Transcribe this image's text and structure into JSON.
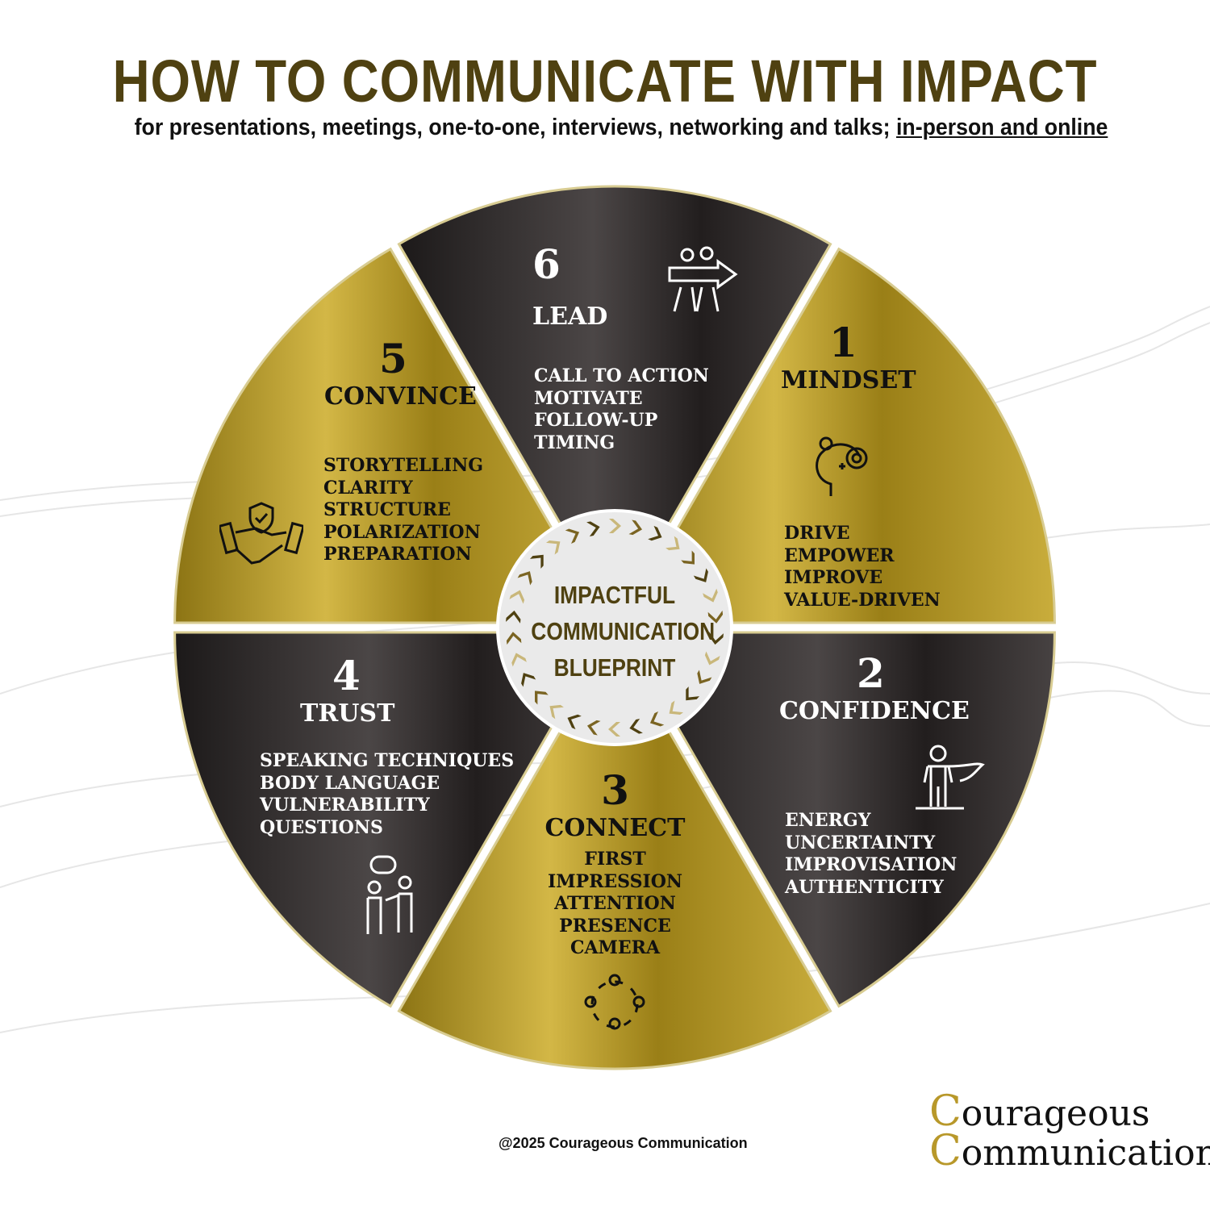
{
  "header": {
    "title": "HOW TO COMMUNICATE WITH IMPACT",
    "subtitle": "for presentations, meetings, one-to-one, interviews, networking and talks; ",
    "subtitle_underlined": "in-person and online"
  },
  "center": {
    "lines": [
      "IMPACTFUL",
      "COMMUNICATION",
      "BLUEPRINT"
    ]
  },
  "segments": [
    {
      "number": "1",
      "title": "MINDSET",
      "items": [
        "DRIVE",
        "EMPOWER",
        "IMPROVE",
        "VALUE-DRIVEN"
      ],
      "icon": "mind-gear-icon"
    },
    {
      "number": "2",
      "title": "CONFIDENCE",
      "items": [
        "ENERGY",
        "UNCERTAINTY",
        "IMPROVISATION",
        "AUTHENTICITY"
      ],
      "icon": "superhero-icon"
    },
    {
      "number": "3",
      "title": "CONNECT",
      "items": [
        "FIRST IMPRESSION",
        "ATTENTION",
        "PRESENCE",
        "CAMERA"
      ],
      "icon": "people-circle-icon"
    },
    {
      "number": "4",
      "title": "TRUST",
      "items": [
        "SPEAKING TECHNIQUES",
        "BODY LANGUAGE",
        "VULNERABILITY",
        "QUESTIONS"
      ],
      "icon": "conversation-icon"
    },
    {
      "number": "5",
      "title": "CONVINCE",
      "items": [
        "STORYTELLING",
        "CLARITY",
        "STRUCTURE",
        "POLARIZATION",
        "PREPARATION"
      ],
      "icon": "handshake-shield-icon"
    },
    {
      "number": "6",
      "title": "LEAD",
      "items": [
        "CALL TO ACTION",
        "MOTIVATE",
        "FOLLOW-UP",
        "TIMING"
      ],
      "icon": "leader-arrow-icon"
    }
  ],
  "colors": {
    "gold": "#a88f24",
    "dark": "#2a2626",
    "title": "#4f4111"
  },
  "footer": {
    "copyright": "@2025 Courageous Communication",
    "logo_line1_initial": "C",
    "logo_line1_rest": "ourageous",
    "logo_line2_initial": "C",
    "logo_line2_rest": "ommunication"
  }
}
